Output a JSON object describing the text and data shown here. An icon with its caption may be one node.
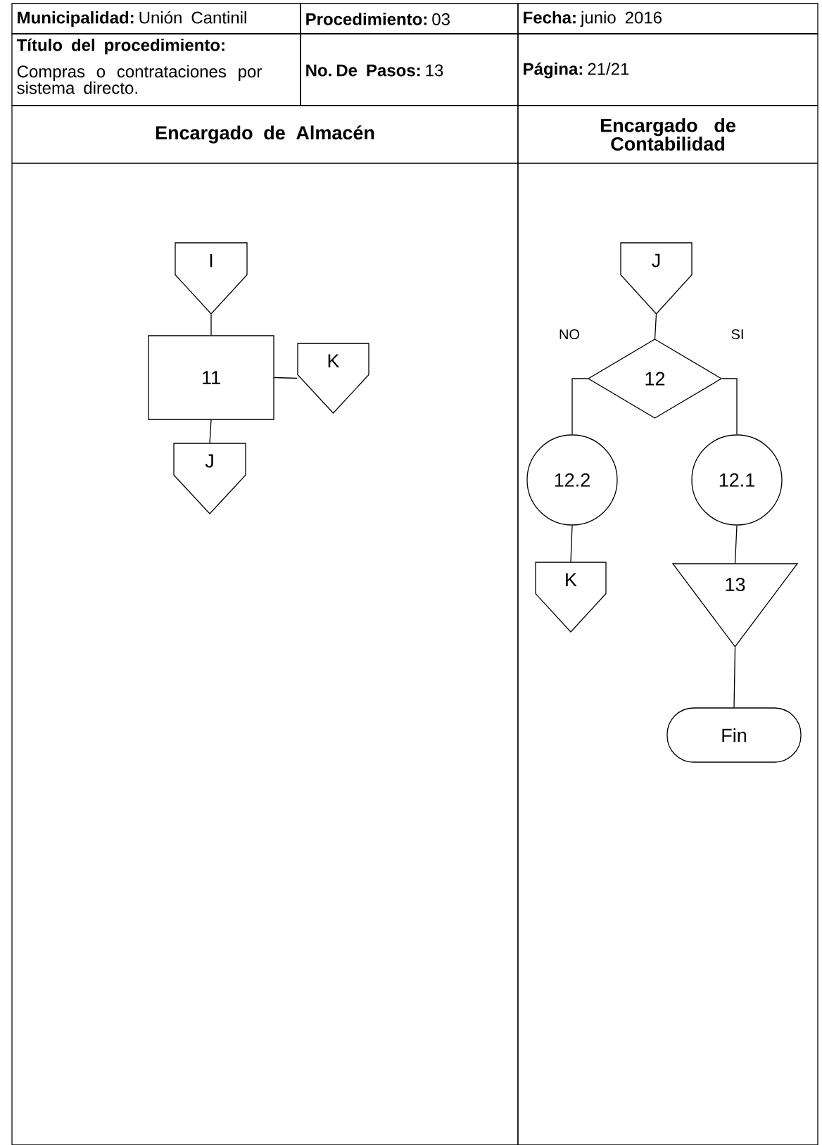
{
  "diagram": {
    "nodes": [
      {
        "text": [
          "Encargado de Almacén"
        ]
      },
      {
        "text": [
          "Encargado de Contabilidad"
        ]
      },
      {
        "text": [
          "I"
        ],
        "in": 0
      },
      {
        "text": [
          "11"
        ],
        "in": 0
      },
      {
        "text": [
          "K"
        ],
        "in": 0
      },
      {
        "text": [
          "J"
        ],
        "in": 0
      },
      {
        "text": [
          "J"
        ],
        "in": 1
      },
      {
        "text": [
          "12"
        ],
        "in": 1
      },
      {
        "text": [
          "12.2"
        ],
        "in": 1
      },
      {
        "text": [
          "12.1"
        ],
        "in": 1
      },
      {
        "text": [
          "K"
        ],
        "in": 1
      },
      {
        "text": [
          "13"
        ],
        "in": 1
      },
      {
        "text": [
          "Fin"
        ],
        "in": 1
      }
    ],
    "edges": [
      {
        "from": 2,
        "to": 3,
        "arrow": "none"
      },
      {
        "from": 3,
        "to": 4,
        "arrow": "none"
      },
      {
        "from": 3,
        "to": 5,
        "arrow": "none"
      },
      {
        "from": 6,
        "to": 7,
        "arrow": "none"
      },
      {
        "from": 7,
        "to": 8,
        "arrow": "none",
        "label": "NO"
      },
      {
        "from": 7,
        "to": 9,
        "arrow": "none",
        "label": "SI"
      },
      {
        "from": 8,
        "to": 10,
        "arrow": "none"
      },
      {
        "from": 9,
        "to": 11,
        "arrow": "none"
      },
      {
        "from": 11,
        "to": 12,
        "arrow": "none"
      }
    ],
    "labels": [
      "**Municipalidad:** Unión Cantinil",
      "**Procedimiento:** 03",
      "**Fecha:** junio 2016",
      "Título del procedimiento:",
      "Compras o contrataciones por sistema directo.",
      "**No. De Pasos:** 13",
      "**Página:** 21/21"
    ]
  }
}
